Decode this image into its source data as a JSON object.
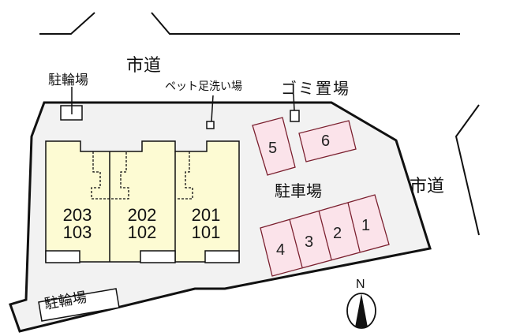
{
  "roads": {
    "north_label": "市道",
    "east_label": "市道"
  },
  "facilities": {
    "bike_parking_top": "駐輪場",
    "pet_footwash": "ペット足洗い場",
    "garbage": "ゴミ置場",
    "parking_label": "駐車場",
    "bike_parking_bottom": "駐輪場"
  },
  "units": [
    {
      "upper": "203",
      "lower": "103"
    },
    {
      "upper": "202",
      "lower": "102"
    },
    {
      "upper": "201",
      "lower": "101"
    }
  ],
  "parking_spaces": [
    "1",
    "2",
    "3",
    "4",
    "5",
    "6"
  ],
  "compass": {
    "label": "N"
  },
  "colors": {
    "lot_fill": "#f2f2f2",
    "building_fill": "#fdfbd3",
    "parking_fill": "#fbe3ea",
    "parking_stroke": "#7a1f2e",
    "line": "#111111"
  }
}
